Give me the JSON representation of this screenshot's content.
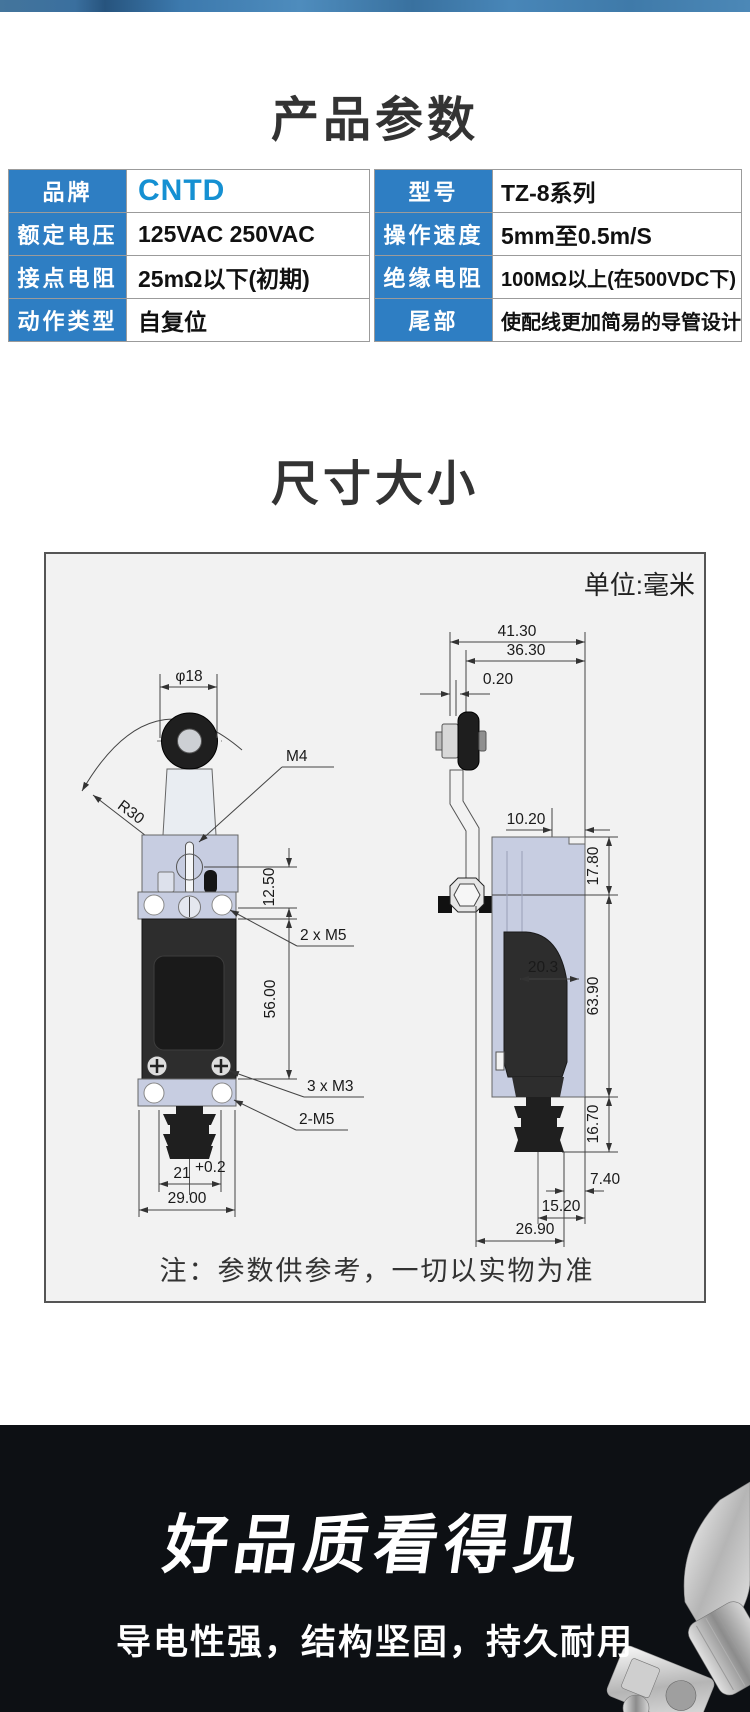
{
  "colors": {
    "table_label_blue": "#2e7ec3",
    "brand_blue": "#1590d2",
    "banner_background": "#0d1014",
    "drawing_background": "#f2f2f2",
    "title_text": "#333333"
  },
  "params_section": {
    "title": "产品参数",
    "table": {
      "rows": [
        {
          "left_label": "品牌",
          "left_value": "CNTD",
          "right_label": "型号",
          "right_value": "TZ-8系列"
        },
        {
          "left_label": "额定电压",
          "left_value": "125VAC 250VAC",
          "right_label": "操作速度",
          "right_value": "5mm至0.5m/S"
        },
        {
          "left_label": "接点电阻",
          "left_value": "25mΩ以下(初期)",
          "right_label": "绝缘电阻",
          "right_value": "100MΩ以上(在500VDC下)"
        },
        {
          "left_label": "动作类型",
          "left_value": "自复位",
          "right_label": "尾部",
          "right_value": "使配线更加简易的导管设计"
        }
      ]
    }
  },
  "dimensions_section": {
    "title": "尺寸大小",
    "unit_label": "单位:毫米",
    "note": "注：参数供参考，一切以实物为准",
    "front_view": {
      "roller_diameter": "φ18",
      "lever_thread": "M4",
      "lever_radius": "R30",
      "head_height": "12.50",
      "top_screws": "2 x M5",
      "body_height": "56.00",
      "cover_screws": "3 x M3",
      "bottom_screws": "2-M5",
      "bellows_width": "21",
      "bellows_width_tolerance": "+0.2",
      "base_width": "29.00"
    },
    "side_view": {
      "overall_width": "41.30",
      "lever_reach": "36.30",
      "roller_offset": "0.20",
      "head_depth": "10.20",
      "head_height": "17.80",
      "body_depth": "20.3",
      "body_height": "63.90",
      "bellows_height": "16.70",
      "bellows_offset": "7.40",
      "bellows_depth": "15.20",
      "base_depth": "26.90"
    }
  },
  "banner_section": {
    "headline": "好品质看得见",
    "subline": "导电性强，结构坚固，持久耐用"
  }
}
